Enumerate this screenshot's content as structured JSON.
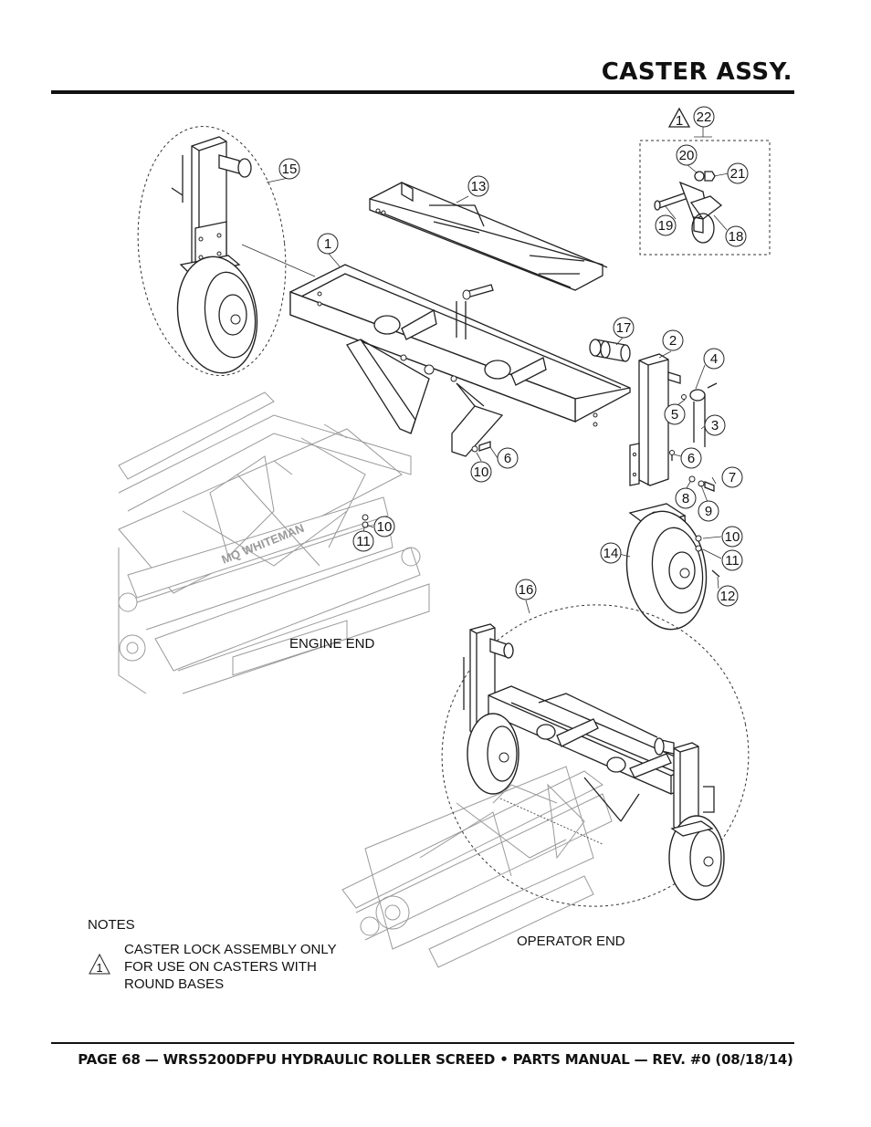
{
  "header": {
    "title": "CASTER ASSY."
  },
  "labels": {
    "engine_end": "ENGINE END",
    "operator_end": "OPERATOR END"
  },
  "callouts": [
    "1",
    "2",
    "3",
    "4",
    "5",
    "6",
    "6",
    "7",
    "8",
    "9",
    "10",
    "10",
    "10",
    "11",
    "11",
    "12",
    "13",
    "14",
    "15",
    "16",
    "17",
    "18",
    "19",
    "20",
    "21",
    "22"
  ],
  "kit_note_ref": "1",
  "notes": {
    "heading": "NOTES",
    "items": [
      {
        "ref": "1",
        "text": "CASTER LOCK ASSEMBLY ONLY FOR USE ON CASTERS WITH ROUND BASES"
      }
    ]
  },
  "brand_plate": "MQ WHITEMAN",
  "footer": {
    "text": "PAGE 68 — WRS5200DFPU HYDRAULIC ROLLER SCREED • PARTS MANUAL  — REV. #0 (08/18/14)"
  }
}
